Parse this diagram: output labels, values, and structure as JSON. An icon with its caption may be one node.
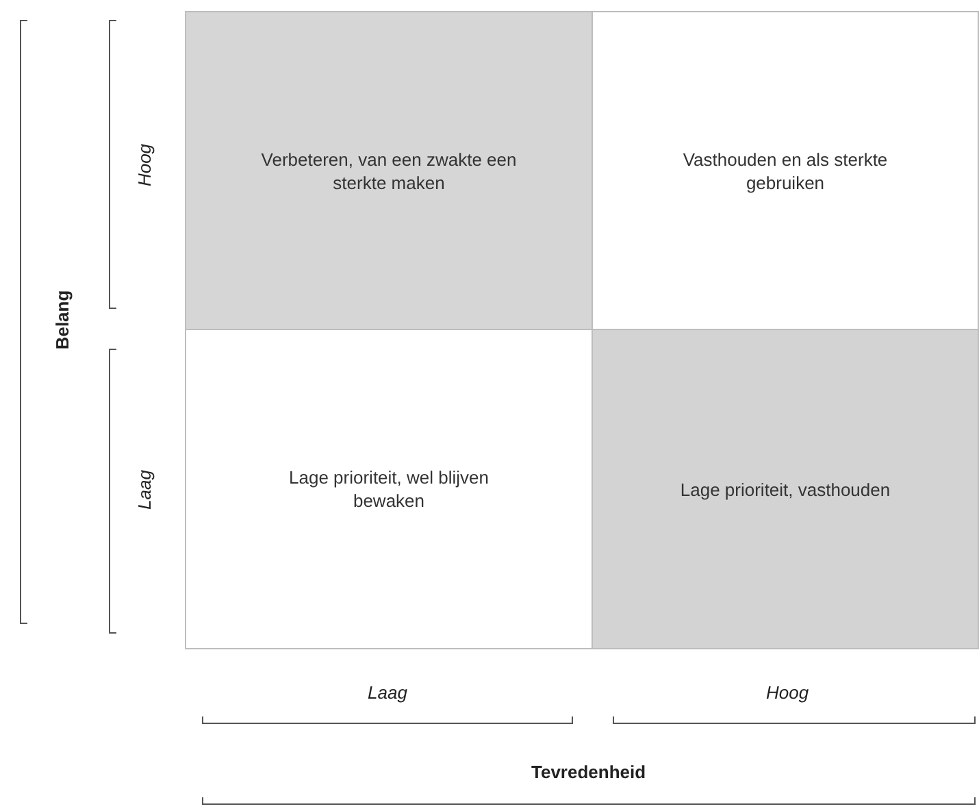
{
  "diagram": {
    "nodes": [
      {
        "text": [
          "Verbeteren, van een zwakte een sterkte maken"
        ]
      },
      {
        "text": [
          "Vasthouden en als sterkte gebruiken"
        ]
      },
      {
        "text": [
          "Lage prioriteit, wel blijven bewaken"
        ]
      },
      {
        "text": [
          "Lage prioriteit, vasthouden"
        ]
      }
    ],
    "labels": [
      "Hoog",
      "Belang",
      "Laag",
      "Laag",
      "Hoog",
      "Tevredenheid"
    ]
  }
}
